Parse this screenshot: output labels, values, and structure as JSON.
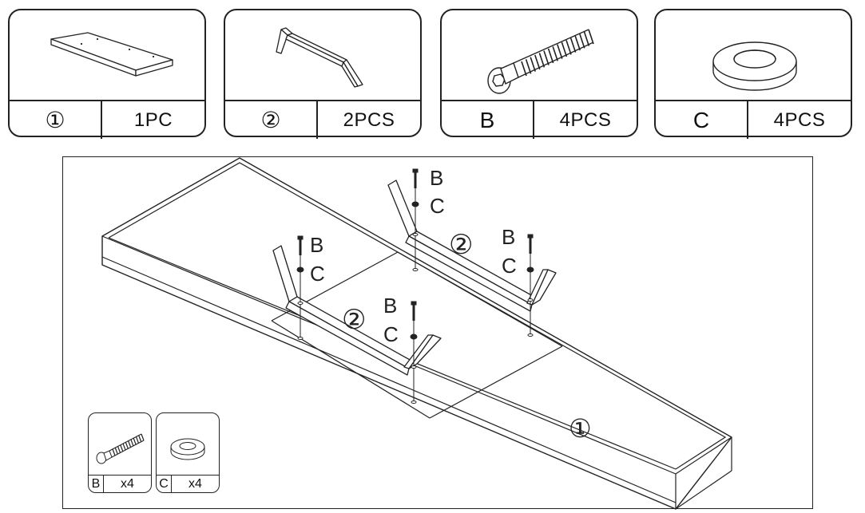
{
  "parts": [
    {
      "key": "part1",
      "id": "①",
      "qty": "1PC"
    },
    {
      "key": "part2",
      "id": "②",
      "qty": "2PCS"
    },
    {
      "key": "bolt",
      "id": "B",
      "qty": "4PCS"
    },
    {
      "key": "washer",
      "id": "C",
      "qty": "4PCS"
    }
  ],
  "diagram": {
    "label_bolt": "B",
    "label_washer": "C",
    "label_part2": "②",
    "label_part1": "①"
  },
  "hardware_kit": [
    {
      "id": "B",
      "qty": "x4"
    },
    {
      "id": "C",
      "qty": "x4"
    }
  ],
  "icons": [
    "board-icon",
    "leg-frame-icon",
    "bolt-icon",
    "washer-icon"
  ]
}
